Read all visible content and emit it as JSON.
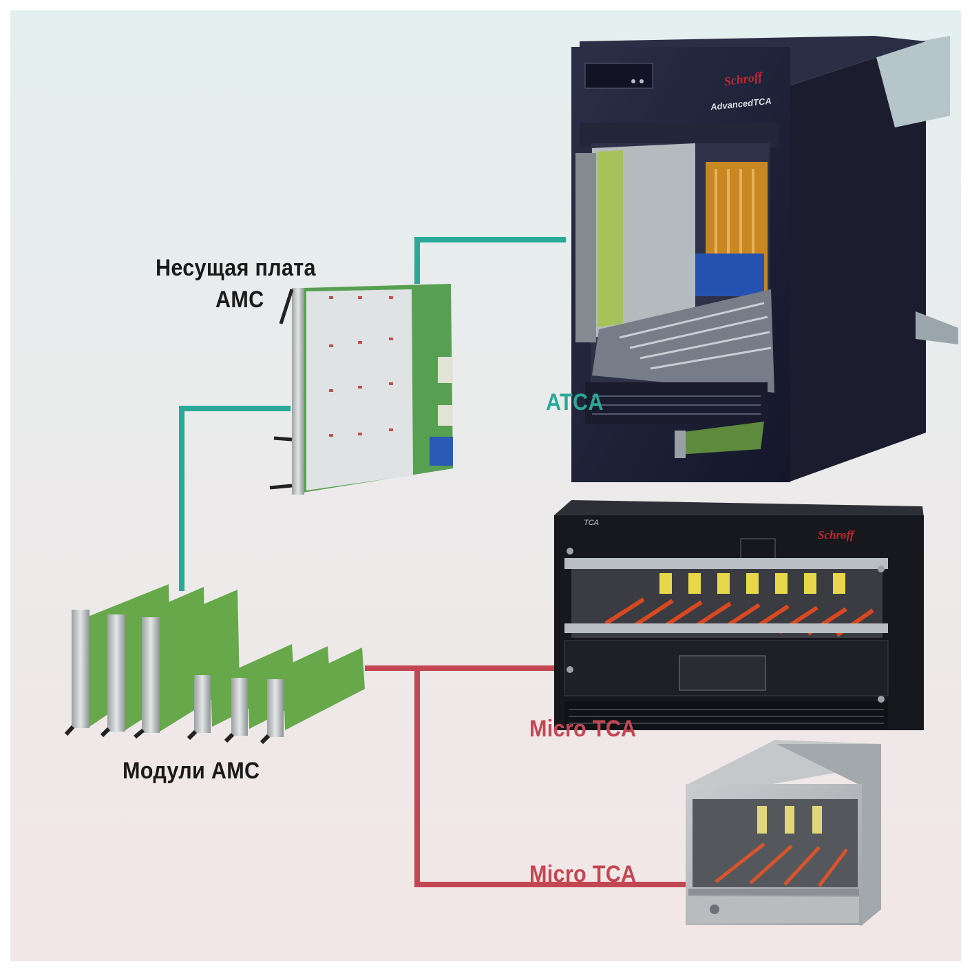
{
  "colors": {
    "teal_connector": "#2aa898",
    "red_connector": "#c24753",
    "atca_label": "#2aa898",
    "micro_tca_label": "#c24753",
    "dark_label": "#1a1a1a",
    "background_top": "#e4efef",
    "background_bottom": "#f3e6e6"
  },
  "labels": {
    "carrier_line1": "Несущая плата",
    "carrier_line2": "AMC",
    "atca": "ATCA",
    "micro_tca_1": "Micro TCA",
    "micro_tca_2": "Micro TCA",
    "amc_modules": "Модули AMC"
  },
  "devices": {
    "atca_chassis": {
      "brand": "Schroff",
      "product": "AdvancedTCA"
    },
    "micro_tca_chassis": {
      "brand": "Schroff",
      "product": "TCA"
    }
  }
}
